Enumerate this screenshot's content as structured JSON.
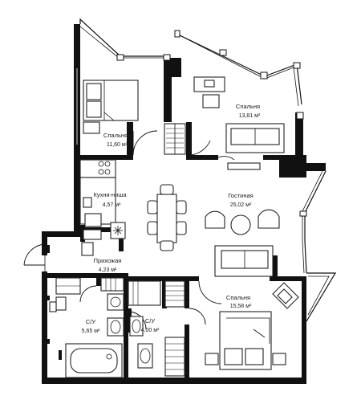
{
  "plan": {
    "rooms": [
      {
        "id": "bedroom-1",
        "name": "Спальня",
        "area": "11,60 м²"
      },
      {
        "id": "bedroom-2",
        "name": "Спальня",
        "area": "13,81 м²"
      },
      {
        "id": "kitchen",
        "name": "Кухня-ниша",
        "area": "4,57 м²"
      },
      {
        "id": "living",
        "name": "Гостиная",
        "area": "25,02 м²"
      },
      {
        "id": "hall",
        "name": "Прихожая",
        "area": "4,23 м²"
      },
      {
        "id": "bath-1",
        "name": "С/У",
        "area": "5,65 м²"
      },
      {
        "id": "bath-2",
        "name": "С/У",
        "area": "4,00 м²"
      },
      {
        "id": "bedroom-3",
        "name": "Спальня",
        "area": "15,58 м²"
      }
    ]
  }
}
